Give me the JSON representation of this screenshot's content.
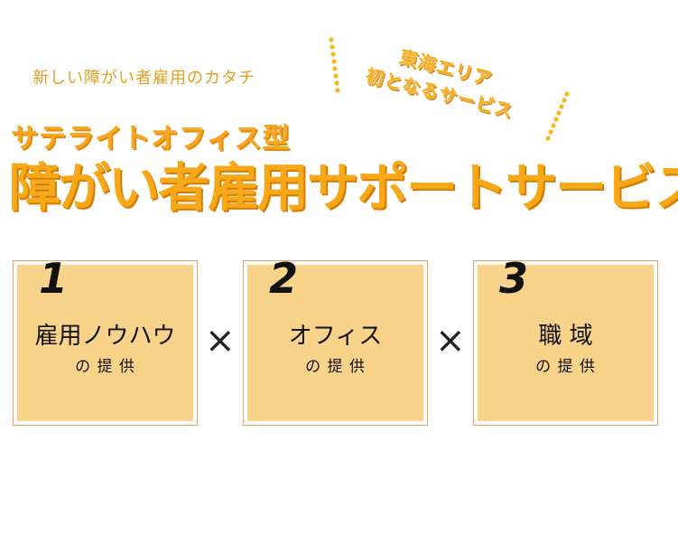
{
  "tagline": "新しい障がい者雇用のカタチ",
  "badge": {
    "line1": "東海エリア",
    "line2": "初となるサービス"
  },
  "subtitle": "サテライトオフィス型",
  "title": "障がい者雇用サポートサービス",
  "cards": [
    {
      "number": "1",
      "main": "雇用ノウハウ",
      "sub": "の 提 供"
    },
    {
      "number": "2",
      "main": "オフィス",
      "sub": "の 提 供"
    },
    {
      "number": "3",
      "main": "職 域",
      "sub": "の 提 供"
    }
  ],
  "operator": "×",
  "colors": {
    "accent": "#f7a818",
    "card_fill": "#fad38b",
    "card_border": "#e0a060"
  }
}
